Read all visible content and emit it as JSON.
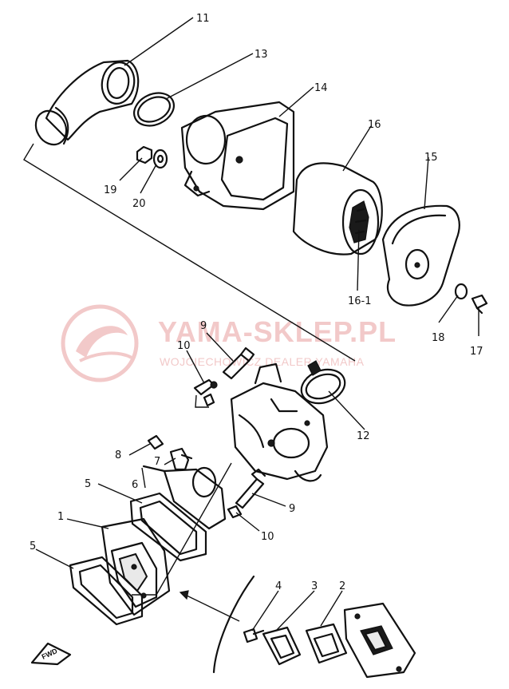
{
  "watermark": {
    "title": "YAMA-SKLEP.PL",
    "subtitle": "WOJCIECHOWICZ DEALER YAMAHA",
    "color": "#f2c9c9"
  },
  "fwd_label": "FWD",
  "callouts": {
    "c11": "11",
    "c13": "13",
    "c14": "14",
    "c16": "16",
    "c15": "15",
    "c19": "19",
    "c20": "20",
    "c16_1": "16-1",
    "c18": "18",
    "c17": "17",
    "c9_top": "9",
    "c10_top": "10",
    "c12": "12",
    "c8": "8",
    "c7": "7",
    "c6": "6",
    "c5_top": "5",
    "c9_mid": "9",
    "c10_mid": "10",
    "c1": "1",
    "c5_bottom": "5",
    "c4": "4",
    "c3": "3",
    "c2": "2"
  }
}
